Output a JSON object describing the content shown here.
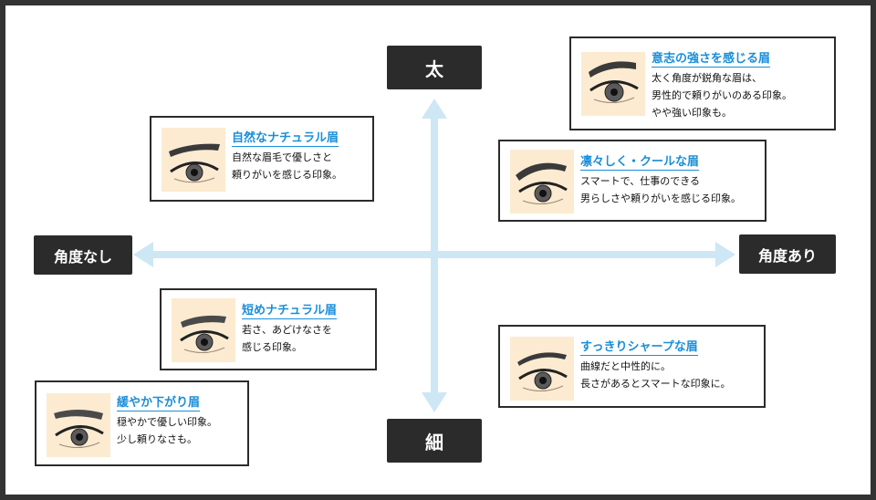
{
  "axes": {
    "top": "太",
    "bottom": "細",
    "left": "角度なし",
    "right": "角度あり"
  },
  "colors": {
    "frame": "#333333",
    "label_bg": "#2b2b2b",
    "arrow": "#cde7f5",
    "title": "#1a8ed8",
    "skin": "#fcebd1"
  },
  "cards": [
    {
      "icon": "thick-angled-brow-eye-icon",
      "title": "意志の強さを感じる眉",
      "lines": [
        "太く角度が鋭角な眉は、",
        "男性的で頼りがいのある印象。",
        "やや強い印象も。"
      ]
    },
    {
      "icon": "natural-straight-brow-eye-icon",
      "title": "自然なナチュラル眉",
      "lines": [
        "自然な眉毛で優しさと",
        "頼りがいを感じる印象。"
      ]
    },
    {
      "icon": "arched-cool-brow-eye-icon",
      "title": "凛々しく・クールな眉",
      "lines": [
        "スマートで、仕事のできる",
        "男らしさや頼りがいを感じる印象。"
      ]
    },
    {
      "icon": "short-natural-brow-eye-icon",
      "title": "短めナチュラル眉",
      "lines": [
        "若さ、あどけなさを",
        "感じる印象。"
      ]
    },
    {
      "icon": "thin-arched-brow-eye-icon",
      "title": "すっきりシャープな眉",
      "lines": [
        "曲線だと中性的に。",
        "長さがあるとスマートな印象に。"
      ]
    },
    {
      "icon": "gentle-droop-brow-eye-icon",
      "title": "緩やか下がり眉",
      "lines": [
        "穏やかで優しい印象。",
        "少し頼りなさも。"
      ]
    }
  ]
}
